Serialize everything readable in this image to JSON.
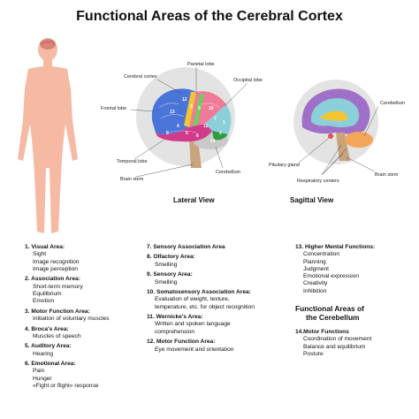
{
  "title": "Functional Areas of the Cerebral Cortex",
  "lateral": {
    "view_label": "Lateral View",
    "labels": {
      "parietal": "Parietal lobe",
      "cerebral_cortex": "Cerebral cortex",
      "occipital": "Occipital lobe",
      "frontal": "Frontal lobe",
      "temporal": "Temporal lobe",
      "brain_stem": "Brain stem",
      "cerebellum": "Cerebellum"
    },
    "region_numbers": [
      "1",
      "2",
      "3",
      "4",
      "5",
      "6",
      "7",
      "8",
      "9",
      "10",
      "11",
      "12",
      "13",
      "14"
    ]
  },
  "sagittal": {
    "view_label": "Sagittal View",
    "labels": {
      "cerebellum": "Cerebellum",
      "pituitary": "Pituitary gland",
      "respiratory": "Respiratory centers",
      "brain_stem": "Brain stem"
    }
  },
  "areas_col1": [
    {
      "title": "1. Visual Area:",
      "items": [
        "Sight",
        "Image recognition",
        "Image perception"
      ]
    },
    {
      "title": "2. Association Area:",
      "items": [
        "Short-term memory",
        "Equilibrium",
        "Emotion"
      ]
    },
    {
      "title": "3. Motor Function Area:",
      "items": [
        "Initiation of voluntary muscles"
      ]
    },
    {
      "title": "4. Broca's Area:",
      "items": [
        "Muscles of speech"
      ]
    },
    {
      "title": "5. Auditory Area:",
      "items": [
        "Hearing"
      ]
    },
    {
      "title": "6. Emotional Area:",
      "items": [
        "Pain",
        "Hunger",
        "«Fight or flight» response"
      ]
    }
  ],
  "areas_col2": [
    {
      "title": "7. Sensory Association Area",
      "items": []
    },
    {
      "title": "8. Olfactory Area:",
      "items": [
        "Smelling"
      ]
    },
    {
      "title": "9. Sensory Area:",
      "items": [
        "Smelling"
      ]
    },
    {
      "title": "10. Somatosensory Association Area:",
      "items": [
        "Evaluation of weight, texture,",
        "temperature, etc. for object recognition"
      ]
    },
    {
      "title": "11. Wernicke's Area:",
      "items": [
        "Written and spoken language",
        "comprehension"
      ]
    },
    {
      "title": "12. Motor Function Area:",
      "items": [
        "Eye movement and orientation"
      ]
    }
  ],
  "areas_col3": [
    {
      "title": "13. Higher Mental Functions:",
      "items": [
        "Concentration",
        "Planning",
        "Judgment",
        "Emotional expression",
        "Creativity",
        "Inhibition"
      ]
    }
  ],
  "cerebellum_heading": [
    "Functional Areas of",
    "the Cerebellum"
  ],
  "areas_col3b": [
    {
      "title": "14.Motor Functions",
      "items": [
        "Coordination of movement",
        "Balance and equilibrium",
        "Posture"
      ]
    }
  ],
  "colors": {
    "skin": "#f6b9a3",
    "brain_bg": "#e3e3e3",
    "frontal": "#4a74d8",
    "parietal": "#f07a9a",
    "occipital": "#8bd0d8",
    "temporal": "#d23a8a",
    "motor": "#f3c531",
    "sensory": "#6fcf5a",
    "cerebellum": "#c9c9c9",
    "stem": "#c8a47d"
  }
}
